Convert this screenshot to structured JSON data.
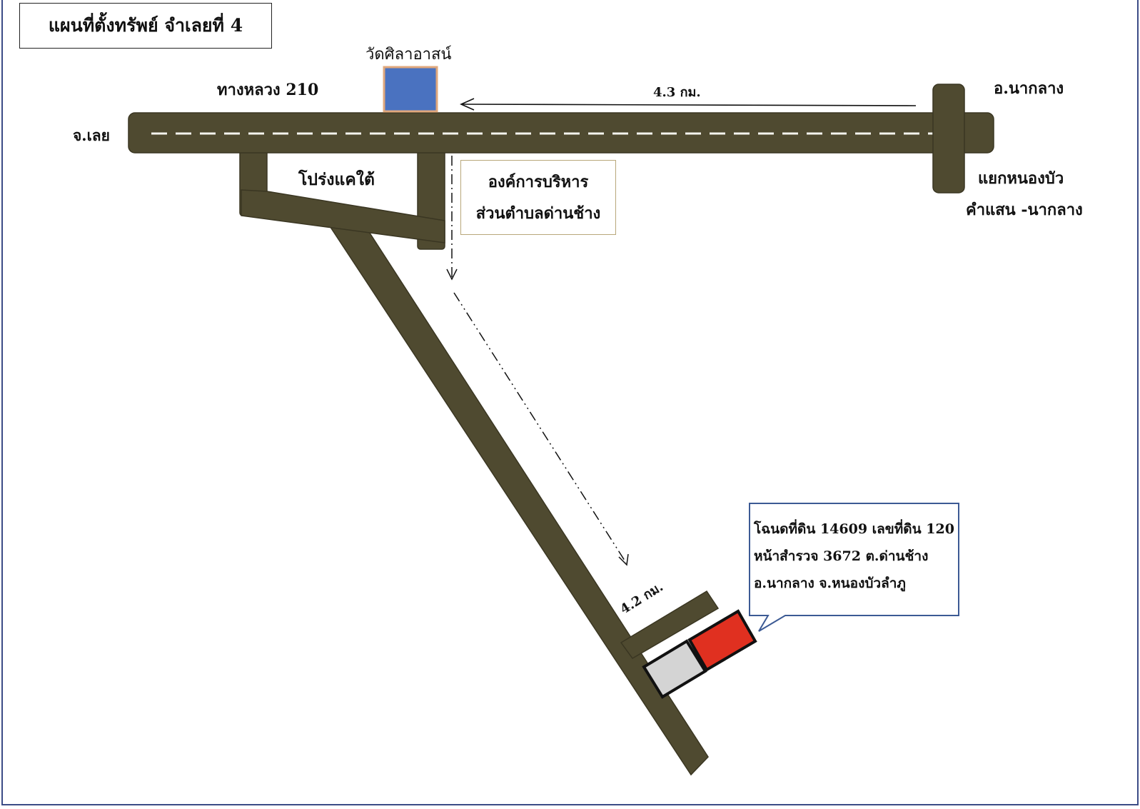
{
  "map": {
    "title": "แผนที่ตั้งทรัพย์ จำเลยที่ 4",
    "colors": {
      "road": "#4f4a30",
      "road_edge": "#3a3622",
      "temple": "#4a72c0",
      "temple_border": "#e0a87c",
      "property": "#e03020",
      "neighbor_plot": "#d4d4d4",
      "callout_border": "#3c5a94",
      "frame": "#3b4c86"
    },
    "labels": {
      "temple": "วัดศิลาอาสน์",
      "highway": "ทางหลวง  210",
      "loei": "จ.เลย",
      "na_klang": "อ.นากลาง",
      "distance_main": "4.3 กม.",
      "junction_line1": "แยกหนองบัว",
      "junction_line2": "คำแสน -นากลาง",
      "prong_khae_tai": "โปร่งแคใต้",
      "office_line1": "องค์การบริหาร",
      "office_line2": "ส่วนตำบลด่านช้าง",
      "distance_branch": "4.2 กม."
    },
    "property_callout": {
      "line1": "โฉนดที่ดิน 14609  เลขที่ดิน 120",
      "line2": "หน้าสำรวจ 3672  ต.ด่านช้าง",
      "line3": "อ.นากลาง  จ.หนองบัวลำภู"
    }
  }
}
